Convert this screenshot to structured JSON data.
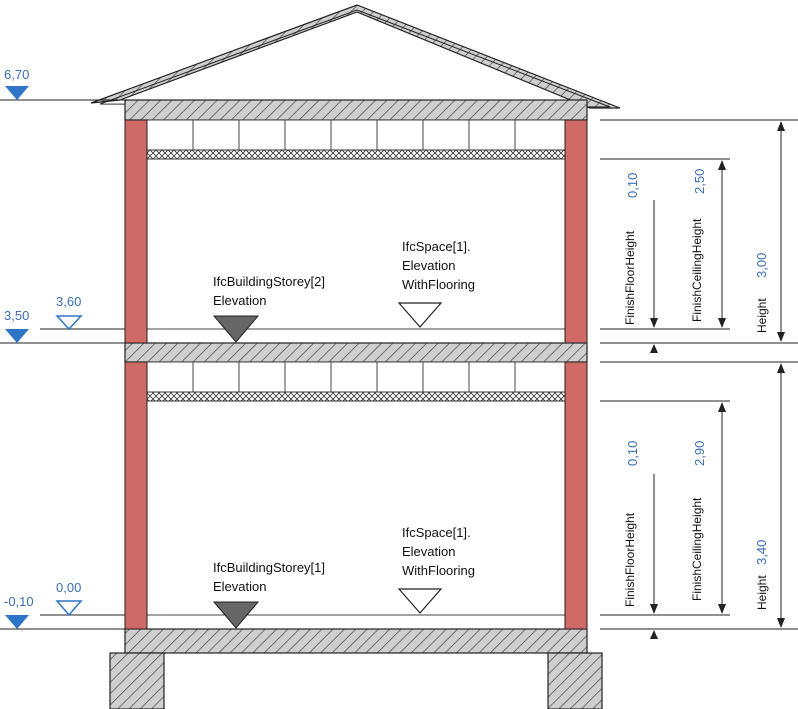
{
  "levels": {
    "roof": "6,70",
    "upper_storey": "3,50",
    "upper_space": "3,60",
    "ground_storey": "-0,10",
    "ground_space": "0,00"
  },
  "upper_floor": {
    "storey_label_1": "IfcBuildingStorey[2]",
    "storey_label_2": "Elevation",
    "space_label_1": "IfcSpace[1].",
    "space_label_2": "Elevation",
    "space_label_3": "WithFlooring",
    "finish_floor_value": "0,10",
    "finish_floor_label": "FinishFloorHeight",
    "finish_ceiling_value": "2,50",
    "finish_ceiling_label": "FinishCeilingHeight",
    "height_value": "3,00",
    "height_label": "Height"
  },
  "ground_floor": {
    "storey_label_1": "IfcBuildingStorey[1]",
    "storey_label_2": "Elevation",
    "space_label_1": "IfcSpace[1].",
    "space_label_2": "Elevation",
    "space_label_3": "WithFlooring",
    "finish_floor_value": "0,10",
    "finish_floor_label": "FinishFloorHeight",
    "finish_ceiling_value": "2,90",
    "finish_ceiling_label": "FinishCeilingHeight",
    "height_value": "3,40",
    "height_label": "Height"
  },
  "colors": {
    "level_marker": "#2e74c7",
    "column": "#d06a66",
    "slab_fill": "#c8c8c8",
    "dimension_text": "#3a6fb6"
  }
}
